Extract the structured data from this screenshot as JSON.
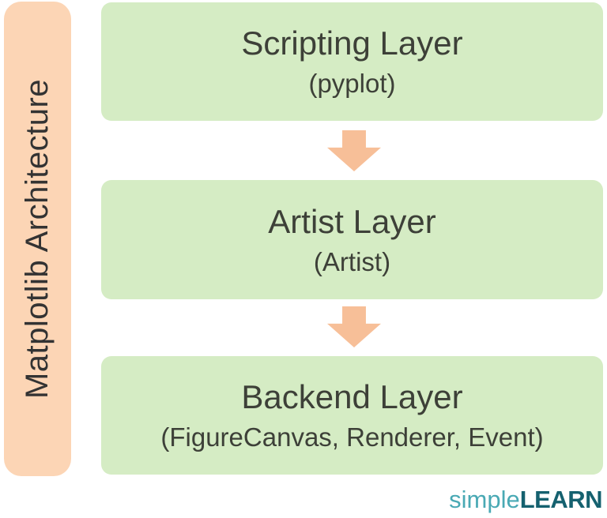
{
  "diagram": {
    "sidebar_label": "Matplotlib Architecture",
    "layers": [
      {
        "title": "Scripting Layer",
        "subtitle": "(pyplot)"
      },
      {
        "title": "Artist Layer",
        "subtitle": "(Artist)"
      },
      {
        "title": "Backend Layer",
        "subtitle": "(FigureCanvas, Renderer, Event)"
      }
    ],
    "arrows": [
      "down-arrow",
      "down-arrow"
    ]
  },
  "logo": {
    "simple": "simple",
    "learn": "LEARN"
  },
  "colors": {
    "box-green": "#D5ECC4",
    "sidebar-peach": "#FCD5B5",
    "arrow-peach": "#F7BF98",
    "text-dark": "#3D4038",
    "logo-light-teal": "#49A9B4",
    "logo-dark-teal": "#15616F",
    "background": "#FFFFFF"
  }
}
